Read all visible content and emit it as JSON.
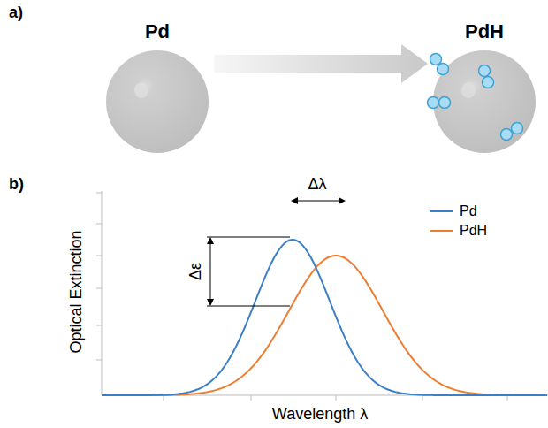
{
  "diagram": {
    "nodes": [
      {
        "text": [
          "Pd"
        ]
      },
      {
        "text": [
          "PdH"
        ]
      }
    ],
    "edges": [
      {
        "from": 0,
        "to": 1,
        "arrow": "to"
      }
    ],
    "labels": [
      "a)",
      "b)",
      "Optical Extinction",
      "Wavelength λ",
      "Δλ",
      "Δε"
    ],
    "legend": [
      {
        "text": "Pd",
        "color": "#3d7fc6"
      },
      {
        "text": "PdH",
        "color": "#ed7d31"
      }
    ]
  }
}
